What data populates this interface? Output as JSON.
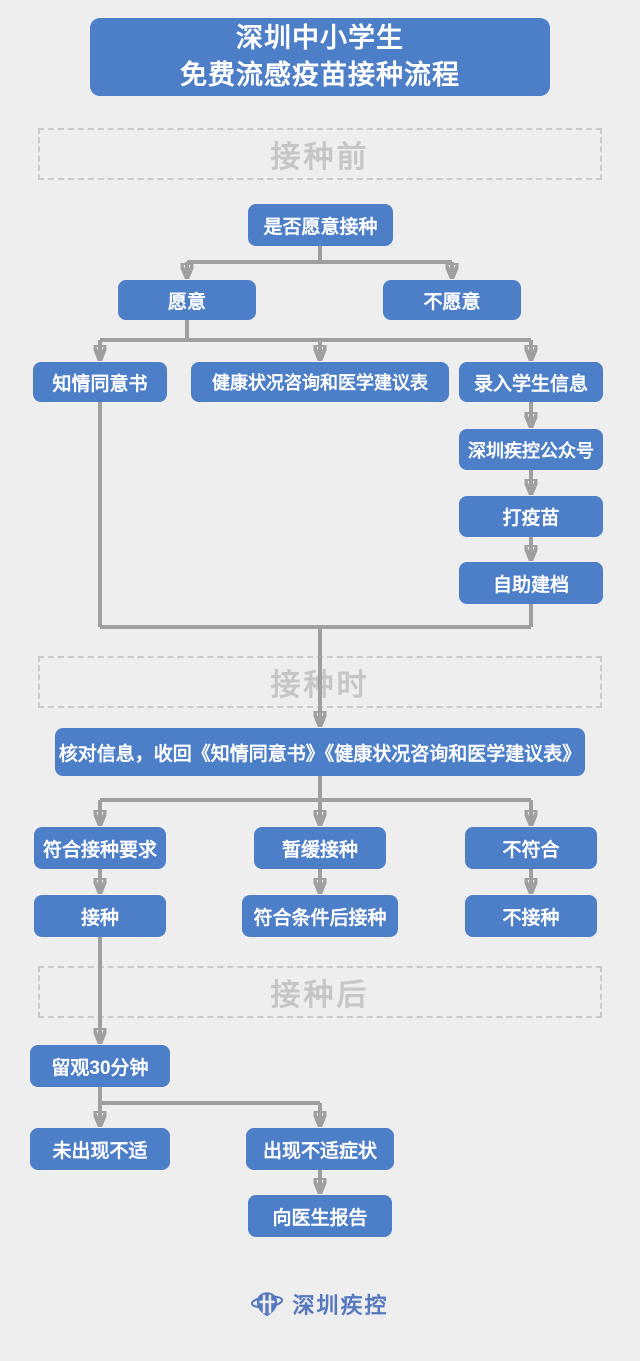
{
  "title": {
    "line1": "深圳中小学生",
    "line2": "免费流感疫苗接种流程"
  },
  "sections": {
    "before": "接种前",
    "during": "接种时",
    "after": "接种后"
  },
  "nodes": {
    "q_willing": "是否愿意接种",
    "willing": "愿意",
    "unwilling": "不愿意",
    "consent": "知情同意书",
    "health_form": "健康状况咨询和医学建议表",
    "enter_info": "录入学生信息",
    "wechat": "深圳疾控公众号",
    "jab": "打疫苗",
    "self_archive": "自助建档",
    "verify": "核对信息，收回《知情同意书》《健康状况咨询和医学建议表》",
    "meet_req": "符合接种要求",
    "postpone": "暂缓接种",
    "not_meet": "不符合",
    "inject": "接种",
    "inject_later": "符合条件后接种",
    "no_inject": "不接种",
    "observe": "留观30分钟",
    "no_discomfort": "未出现不适",
    "discomfort": "出现不适症状",
    "report": "向医生报告"
  },
  "footer": {
    "brand": "深圳疾控"
  },
  "colors": {
    "node_blue": "#4d7ec8",
    "connector": "#9f9f9f",
    "section_border": "#cbcbcb",
    "section_text": "#c6c6c6",
    "background": "#eeeeee",
    "brand_blue": "#5578bf"
  }
}
